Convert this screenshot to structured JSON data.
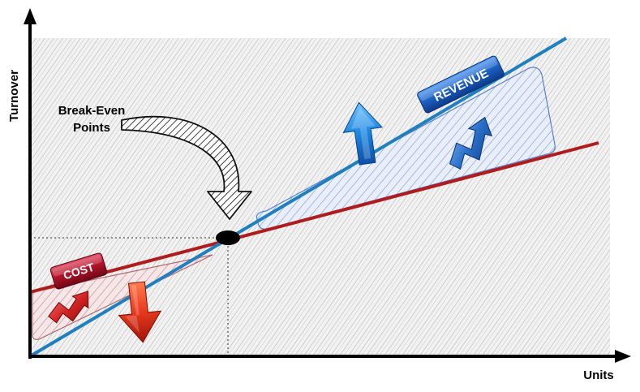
{
  "axes": {
    "y_label": "Turnover",
    "x_label": "Units"
  },
  "annotation": {
    "line1": "Break-Even",
    "line2": "Points"
  },
  "badges": {
    "revenue": "REVENUE",
    "cost": "COST"
  },
  "colors": {
    "revenue_line": "#1f7fbf",
    "cost_line": "#b01c1c",
    "revenue_badge": "#1e63c8",
    "cost_badge": "#b5142a",
    "background_hatch": "#c9c9c9"
  },
  "icons": {
    "revenue_up": "up-arrow-icon",
    "revenue_zigzag": "zigzag-up-arrow-icon",
    "cost_down": "down-arrow-icon",
    "cost_zigzag": "zigzag-arrow-icon",
    "annotation_arrow": "curved-arrow-icon"
  }
}
